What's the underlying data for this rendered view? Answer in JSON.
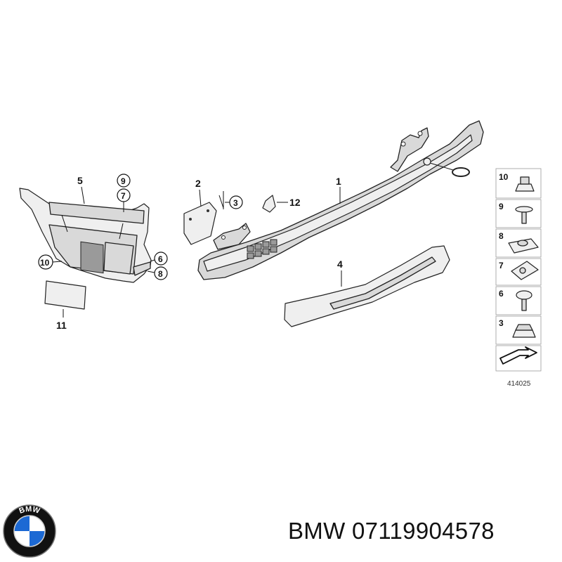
{
  "diagram": {
    "part_numbers": {
      "p1": "1",
      "p2": "2",
      "p3": "3",
      "p4": "4",
      "p5": "5",
      "p6": "6",
      "p7": "7",
      "p8": "8",
      "p9": "9",
      "p10": "10",
      "p11": "11",
      "p12": "12"
    },
    "legend_items": [
      "10",
      "9",
      "8",
      "7",
      "6",
      "3"
    ],
    "diagram_number": "414025"
  },
  "logo": {
    "text": "BMW",
    "colors": {
      "blue": "#1c69d4",
      "ring": "#111111",
      "white": "#ffffff"
    }
  },
  "caption": {
    "text": "BMW 07119904578"
  }
}
